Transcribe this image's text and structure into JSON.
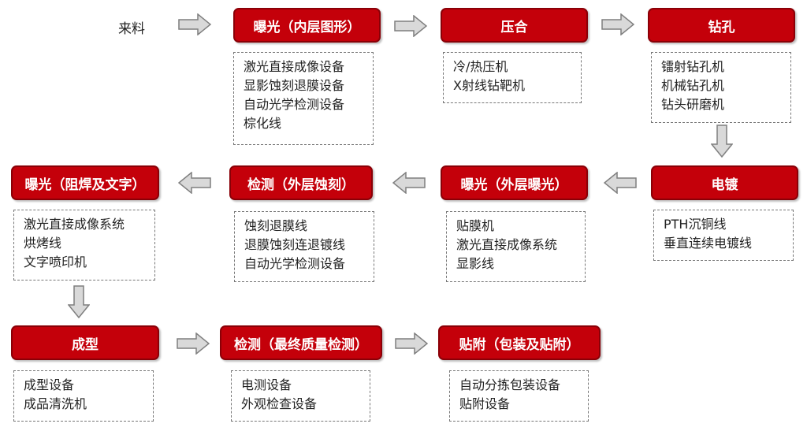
{
  "start_label": "来料",
  "steps": [
    {
      "title": "曝光（内层图形）",
      "items": [
        "激光直接成像设备",
        "显影蚀刻退膜设备",
        "自动光学检测设备",
        "棕化线"
      ]
    },
    {
      "title": "压合",
      "items": [
        "冷/热压机",
        "X射线钻靶机"
      ]
    },
    {
      "title": "钻孔",
      "items": [
        "镭射钻孔机",
        "机械钻孔机",
        "钻头研磨机"
      ]
    },
    {
      "title": "电镀",
      "items": [
        "PTH沉铜线",
        "垂直连续电镀线"
      ]
    },
    {
      "title": "曝光（外层曝光）",
      "items": [
        "贴膜机",
        "激光直接成像系统",
        "显影线"
      ]
    },
    {
      "title": "检测（外层蚀刻）",
      "items": [
        "蚀刻退膜线",
        "退膜蚀刻连退镀线",
        "自动光学检测设备"
      ]
    },
    {
      "title": "曝光（阻焊及文字）",
      "items": [
        "激光直接成像系统",
        "烘烤线",
        "文字喷印机"
      ]
    },
    {
      "title": "成型",
      "items": [
        "成型设备",
        "成品清洗机"
      ]
    },
    {
      "title": "检测（最终质量检测）",
      "items": [
        "电测设备",
        "外观检查设备"
      ]
    },
    {
      "title": "贴附（包装及贴附）",
      "items": [
        "自动分拣包装设备",
        "贴附设备"
      ]
    }
  ],
  "colors": {
    "step_fill": "#c4000a",
    "arrow_fill": "#d9d9d9",
    "arrow_stroke": "#7f7f7f"
  }
}
